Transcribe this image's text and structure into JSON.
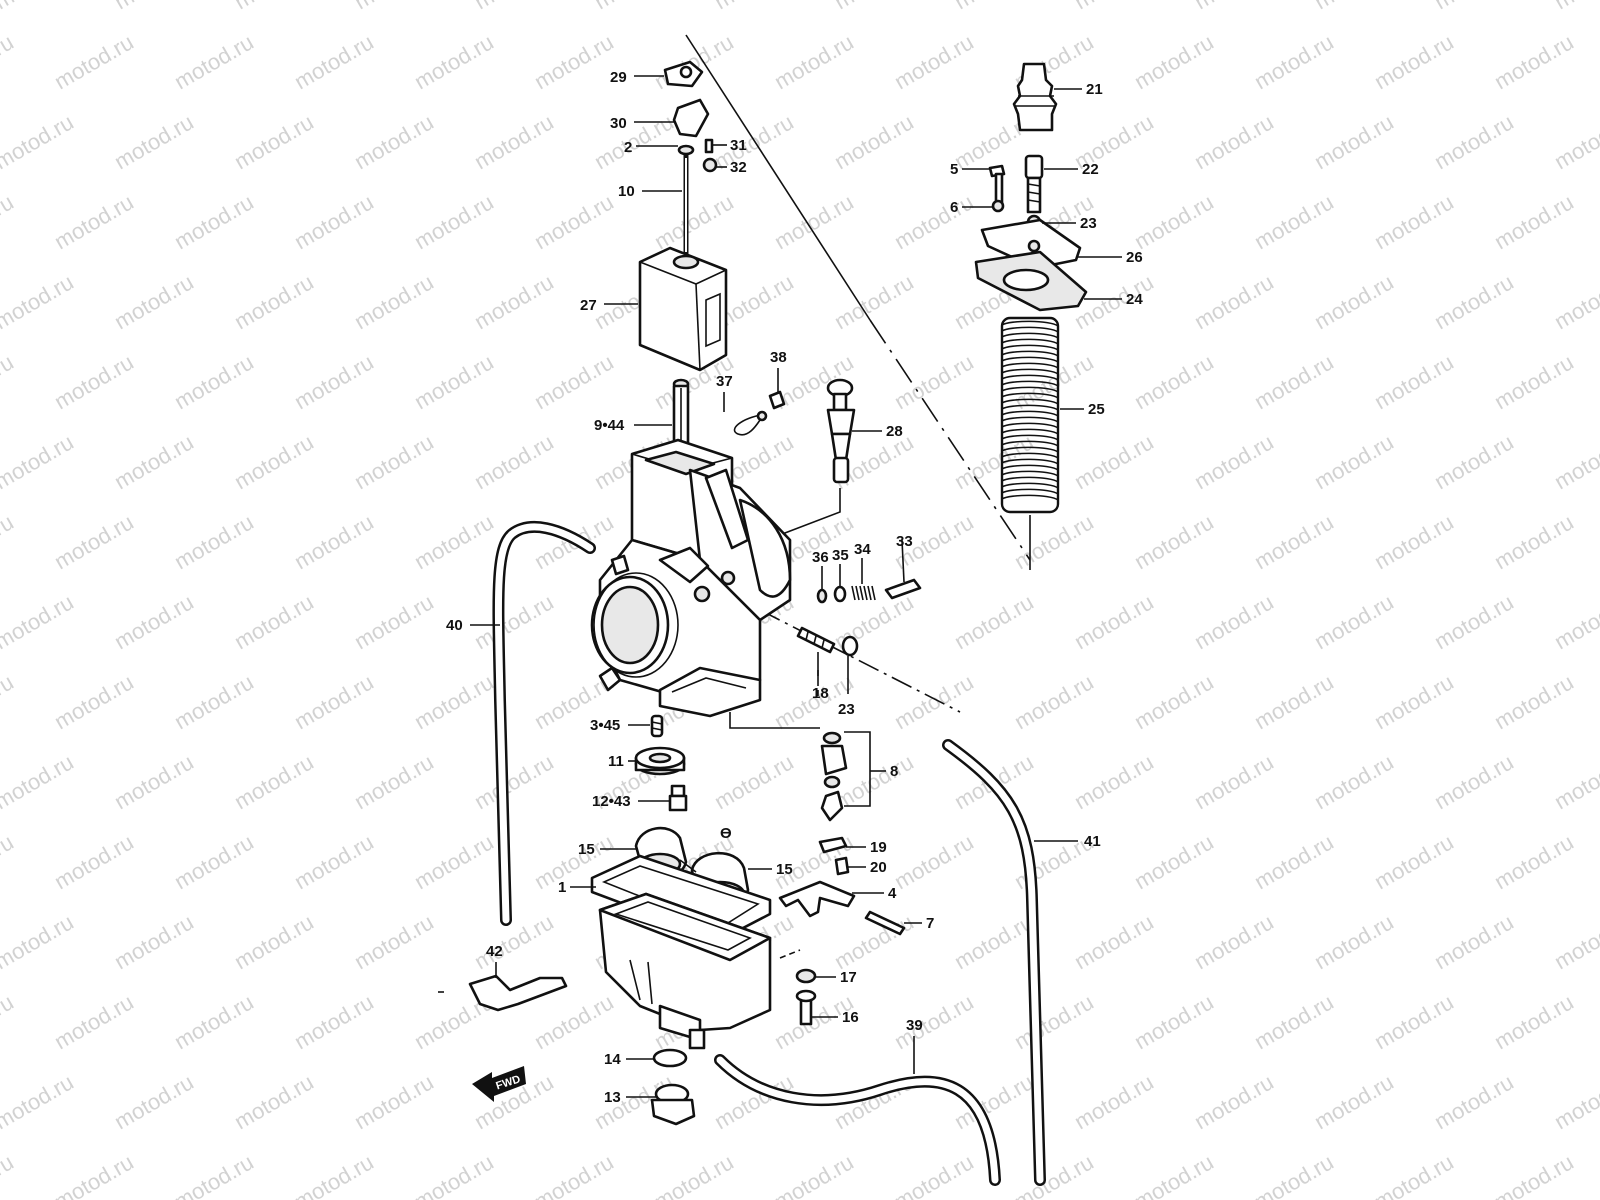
{
  "watermark": "motod.ru",
  "fwd_label": "FWD",
  "callouts": [
    {
      "id": "c29",
      "text": "29"
    },
    {
      "id": "c30",
      "text": "30"
    },
    {
      "id": "c2",
      "text": "2"
    },
    {
      "id": "c31",
      "text": "31"
    },
    {
      "id": "c32",
      "text": "32"
    },
    {
      "id": "c10",
      "text": "10"
    },
    {
      "id": "c27",
      "text": "27"
    },
    {
      "id": "c38",
      "text": "38"
    },
    {
      "id": "c37",
      "text": "37"
    },
    {
      "id": "c944",
      "text": "9•44"
    },
    {
      "id": "c28",
      "text": "28"
    },
    {
      "id": "c21",
      "text": "21"
    },
    {
      "id": "c5",
      "text": "5"
    },
    {
      "id": "c22",
      "text": "22"
    },
    {
      "id": "c6",
      "text": "6"
    },
    {
      "id": "c23a",
      "text": "23"
    },
    {
      "id": "c26",
      "text": "26"
    },
    {
      "id": "c24",
      "text": "24"
    },
    {
      "id": "c25",
      "text": "25"
    },
    {
      "id": "c36",
      "text": "36"
    },
    {
      "id": "c35",
      "text": "35"
    },
    {
      "id": "c34",
      "text": "34"
    },
    {
      "id": "c33",
      "text": "33"
    },
    {
      "id": "c40",
      "text": "40"
    },
    {
      "id": "c18",
      "text": "18"
    },
    {
      "id": "c23b",
      "text": "23"
    },
    {
      "id": "c345",
      "text": "3•45"
    },
    {
      "id": "c11",
      "text": "11"
    },
    {
      "id": "c8",
      "text": "8"
    },
    {
      "id": "c1243",
      "text": "12•43"
    },
    {
      "id": "c41",
      "text": "41"
    },
    {
      "id": "c15a",
      "text": "15"
    },
    {
      "id": "c19",
      "text": "19"
    },
    {
      "id": "c15b",
      "text": "15"
    },
    {
      "id": "c20",
      "text": "20"
    },
    {
      "id": "c1",
      "text": "1"
    },
    {
      "id": "c4",
      "text": "4"
    },
    {
      "id": "c7",
      "text": "7"
    },
    {
      "id": "c42",
      "text": "42"
    },
    {
      "id": "c17",
      "text": "17"
    },
    {
      "id": "c16",
      "text": "16"
    },
    {
      "id": "c39",
      "text": "39"
    },
    {
      "id": "c14",
      "text": "14"
    },
    {
      "id": "c13",
      "text": "13"
    }
  ]
}
